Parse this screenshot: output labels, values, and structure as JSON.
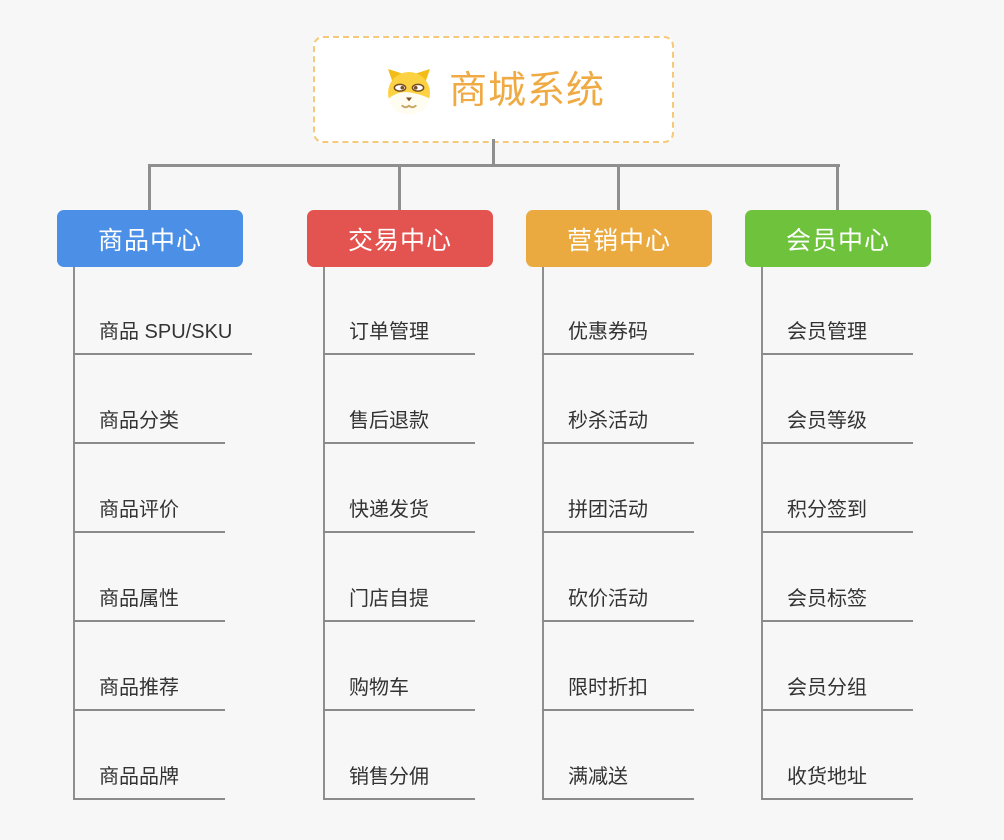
{
  "root": {
    "title": "商城系统",
    "icon": "dog-icon"
  },
  "colors": {
    "background": "#f7f7f7",
    "connector_line": "#8f8f8f",
    "leaf_underline": "#8a8a8a",
    "leaf_text": "#333333",
    "root_border": "#f6c97a",
    "root_title": "#efaa43",
    "branch_product": "#4b90e6",
    "branch_trade": "#e35350",
    "branch_marketing": "#ebaa3f",
    "branch_member": "#6ec23c"
  },
  "branches": [
    {
      "id": "product-center",
      "label": "商品中心",
      "color": "#4b90e6",
      "items": [
        "商品 SPU/SKU",
        "商品分类",
        "商品评价",
        "商品属性",
        "商品推荐",
        "商品品牌"
      ]
    },
    {
      "id": "trade-center",
      "label": "交易中心",
      "color": "#e35350",
      "items": [
        "订单管理",
        "售后退款",
        "快递发货",
        "门店自提",
        "购物车",
        "销售分佣"
      ]
    },
    {
      "id": "marketing-center",
      "label": "营销中心",
      "color": "#ebaa3f",
      "items": [
        "优惠券码",
        "秒杀活动",
        "拼团活动",
        "砍价活动",
        "限时折扣",
        "满减送"
      ]
    },
    {
      "id": "member-center",
      "label": "会员中心",
      "color": "#6ec23c",
      "items": [
        "会员管理",
        "会员等级",
        "积分签到",
        "会员标签",
        "会员分组",
        "收货地址"
      ]
    }
  ]
}
